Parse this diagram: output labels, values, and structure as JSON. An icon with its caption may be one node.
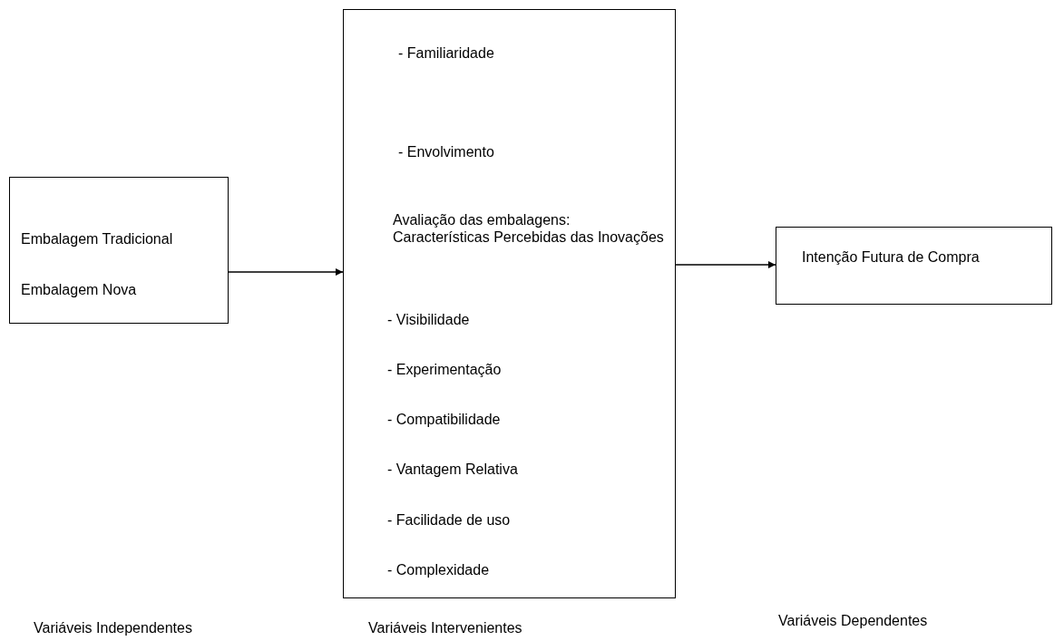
{
  "diagram": {
    "nodes": [
      {
        "text": [
          "Embalagem Tradicional",
          "Embalagem Nova"
        ]
      },
      {
        "text": [
          "- Familiaridade",
          "- Envolvimento",
          "Avaliação das embalagens: Características Percebidas das Inovações",
          "- Visibilidade",
          "- Experimentação",
          "- Compatibilidade",
          "- Vantagem Relativa",
          "- Facilidade de uso",
          "- Complexidade"
        ]
      },
      {
        "text": [
          "Intenção Futura de Compra"
        ]
      }
    ],
    "edges": [
      {
        "from": 0,
        "to": 1,
        "arrow": "to"
      },
      {
        "from": 1,
        "to": 2,
        "arrow": "to"
      }
    ],
    "labels": [
      "Variáveis Independentes",
      "Variáveis Intervenientes",
      "Variáveis Dependentes"
    ]
  }
}
